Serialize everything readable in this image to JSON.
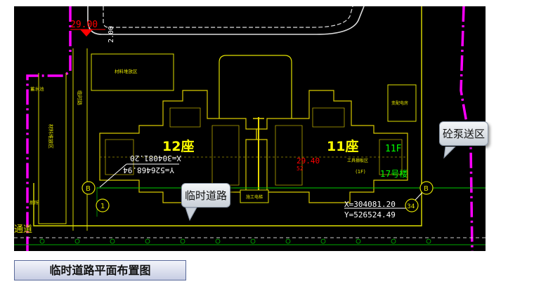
{
  "drawing": {
    "level_top": "29.00",
    "dim_200": "2.00",
    "zone_material_yard": "材料堆放区",
    "water_label": "蓄水池",
    "vertical_road": "临时路",
    "left_stack_zone": "材料堆放区",
    "toilet": "厕所",
    "power_room": "变配电房",
    "block12": "12座",
    "block11": "11座",
    "coord_left_x": "X=304081.20",
    "coord_left_y": "Y=526468.94",
    "coord_right_x": "X=304081.20",
    "coord_right_y": "Y=526524.49",
    "level_mid": "29.40",
    "level_mid_sub": "52",
    "floors_11f": "11F",
    "bldg17": "17号楼",
    "tool_shed": "工具棚板区",
    "tool_shed_sub": "(1F)",
    "elevator": "施工电梯",
    "axis_b_left": "B",
    "axis_b_right": "B",
    "axis_1": "1",
    "axis_34": "34",
    "road_left": "通道"
  },
  "callouts": {
    "temp_road": "临时道路",
    "pump_area": "砼泵送区"
  },
  "caption": "临时道路平面布置图"
}
